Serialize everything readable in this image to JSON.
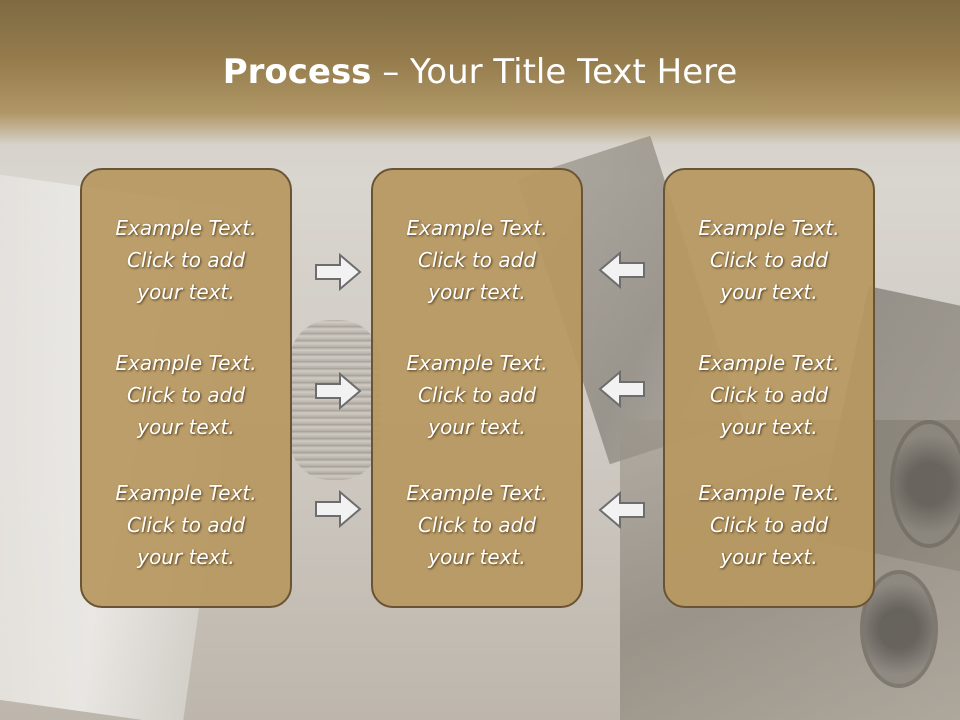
{
  "title": {
    "bold": "Process",
    "rest": " – Your Title Text Here"
  },
  "columns": [
    {
      "items": [
        {
          "line1": "Example Text.",
          "line2": "Click  to add",
          "line3": "your text."
        },
        {
          "line1": "Example Text.",
          "line2": "Click  to add",
          "line3": "your text."
        },
        {
          "line1": "Example Text.",
          "line2": "Click  to add",
          "line3": "your text."
        }
      ]
    },
    {
      "items": [
        {
          "line1": "Example Text.",
          "line2": "Click  to add",
          "line3": "your text."
        },
        {
          "line1": "Example Text.",
          "line2": "Click  to add",
          "line3": "your text."
        },
        {
          "line1": "Example Text.",
          "line2": "Click  to add",
          "line3": "your text."
        }
      ]
    },
    {
      "items": [
        {
          "line1": "Example Text.",
          "line2": "Click  to add",
          "line3": "your text."
        },
        {
          "line1": "Example Text.",
          "line2": "Click  to add",
          "line3": "your text."
        },
        {
          "line1": "Example Text.",
          "line2": "Click  to add",
          "line3": "your text."
        }
      ]
    }
  ],
  "arrows": {
    "left_column_to_center": "right-arrow-icon",
    "right_column_to_center": "left-arrow-icon"
  },
  "colors": {
    "header": "#8c7549",
    "box_fill": "#b79860",
    "box_border": "#6b5433",
    "arrow_fill": "#f2f2f2",
    "arrow_stroke": "#6d6d6d"
  }
}
